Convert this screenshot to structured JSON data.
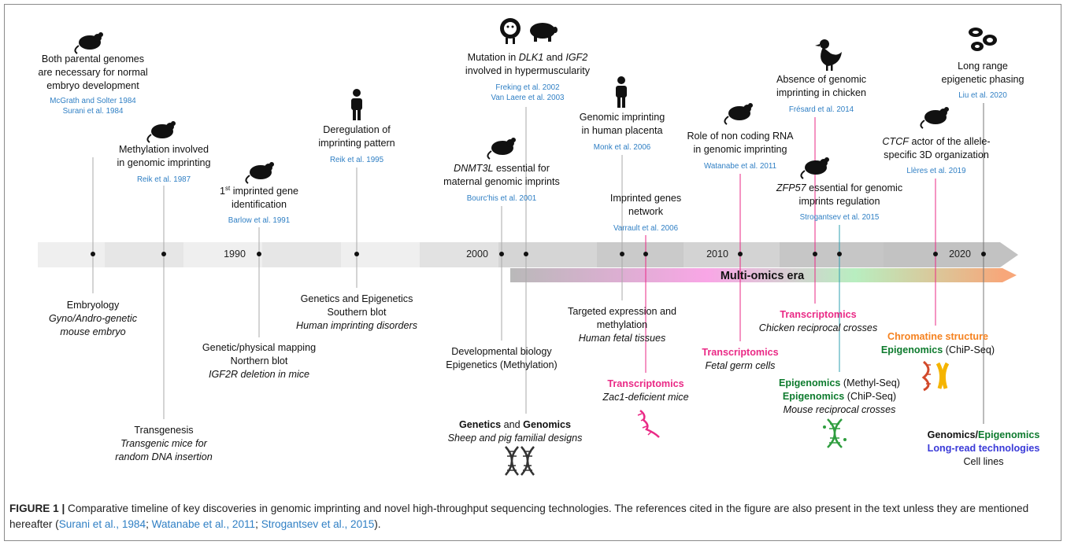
{
  "colors": {
    "reference": "#2f7fc4",
    "transcriptomics": "#ea2a86",
    "epigenomics": "#0e7b2e",
    "chromatine": "#f58220",
    "long_read": "#3a3ad8",
    "era_gradient": [
      "#b9b9b9",
      "#f9a6e6",
      "#b8eec0",
      "#f7a77a"
    ]
  },
  "years": [
    "1990",
    "2000",
    "2010",
    "2020"
  ],
  "era": {
    "label": "Multi-omics era"
  },
  "icons": {
    "mouse": "mouse-icon",
    "human": "human-icon",
    "sheep": "sheep-icon",
    "pig": "pig-icon",
    "chicken": "chicken-icon",
    "cells": "cells-icon",
    "dna": "dna-icon",
    "rna": "rna-icon",
    "chromatin": "chromatin-icon"
  },
  "above": [
    {
      "lines": [
        "Both parental genomes",
        "are necessary for normal",
        "embryo development"
      ],
      "refs": [
        "McGrath and Solter 1984",
        "Surani et al. 1984"
      ]
    },
    {
      "lines": [
        "Methylation involved",
        "in genomic imprinting"
      ],
      "refs": [
        "Reik et al. 1987"
      ]
    },
    {
      "sup_pre": "1",
      "sup": "st",
      "sup_post": " imprinted gene",
      "lines": [
        "identification"
      ],
      "refs": [
        "Barlow et al. 1991"
      ]
    },
    {
      "lines": [
        "Deregulation of",
        "imprinting pattern"
      ],
      "refs": [
        "Reik et al. 1995"
      ]
    },
    {
      "italic": "DNMT3L",
      "rest": " essential for",
      "lines": [
        "maternal genomic imprints"
      ],
      "refs": [
        "Bourc'his et al. 2001"
      ]
    },
    {
      "pre": "Mutation in ",
      "italic": "DLK1",
      "mid": " and ",
      "italic2": "IGF2",
      "lines": [
        "involved in hypermuscularity"
      ],
      "refs": [
        "Freking et al. 2002",
        "Van Laere et al. 2003"
      ]
    },
    {
      "lines": [
        "Genomic imprinting",
        "in human placenta"
      ],
      "refs": [
        "Monk et al. 2006"
      ]
    },
    {
      "lines": [
        "Imprinted genes",
        "network"
      ],
      "refs": [
        "Varrault et al. 2006"
      ]
    },
    {
      "lines": [
        "Role of non coding RNA",
        "in genomic imprinting"
      ],
      "refs": [
        "Watanabe et al. 2011"
      ]
    },
    {
      "lines": [
        "Absence of genomic",
        "imprinting in chicken"
      ],
      "refs": [
        "Frésard et al. 2014"
      ]
    },
    {
      "italic": "ZFP57",
      "rest": " essential for genomic",
      "lines": [
        "imprints regulation"
      ],
      "refs": [
        "Strogantsev et al. 2015"
      ]
    },
    {
      "italic": "CTCF",
      "rest": " actor of the allele-",
      "lines": [
        "specific 3D organization"
      ],
      "refs": [
        "Llères et al. 2019"
      ]
    },
    {
      "lines": [
        "Long range",
        "epigenetic phasing"
      ],
      "refs": [
        "Liu et al. 2020"
      ]
    }
  ],
  "below": [
    {
      "lines": [
        "Embryology"
      ],
      "italic_lines": [
        "Gyno/Andro-genetic",
        "mouse embryo"
      ]
    },
    {
      "lines": [
        "Transgenesis"
      ],
      "italic_lines": [
        "Transgenic mice for",
        "random DNA insertion"
      ]
    },
    {
      "lines": [
        "Genetic/physical mapping",
        "Northern blot"
      ],
      "italic_lines": [
        "IGF2R deletion in mice"
      ]
    },
    {
      "lines": [
        "Genetics and Epigenetics",
        "Southern blot"
      ],
      "italic_lines": [
        "Human imprinting disorders"
      ]
    },
    {
      "lines": [
        "Developmental biology",
        "Epigenetics (Methylation)"
      ]
    },
    {
      "bold_a": "Genetics",
      "and": " and ",
      "bold_b": "Genomics",
      "italic_lines": [
        "Sheep and pig familial designs"
      ]
    },
    {
      "lines": [
        "Targeted expression and",
        "methylation"
      ],
      "italic_lines": [
        "Human fetal tissues"
      ]
    },
    {
      "colored": "Transcriptomics",
      "italic_lines": [
        "Zac1-deficient mice"
      ]
    },
    {
      "colored": "Transcriptomics",
      "italic_lines": [
        "Fetal germ cells"
      ]
    },
    {
      "colored": "Transcriptomics",
      "italic_lines": [
        "Chicken reciprocal crosses"
      ]
    },
    {
      "colored": "Epigenomics",
      "suffix": " (Methyl-Seq)",
      "colored2": "Epigenomics",
      "suffix2": " (ChiP-Seq)",
      "italic_lines": [
        "Mouse reciprocal crosses"
      ]
    },
    {
      "colored_orange": "Chromatine structure",
      "colored": "Epigenomics",
      "suffix": " (ChiP-Seq)"
    },
    {
      "bold_a": "Genomics/",
      "colored": "Epigenomics",
      "colored_blue": "Long-read technologies",
      "lines": [
        "Cell lines"
      ]
    }
  ],
  "caption": {
    "label": "FIGURE 1 |",
    "text": " Comparative timeline of key discoveries in genomic imprinting and novel high-throughput sequencing technologies. The references cited in the figure are also present in the text unless they are mentioned hereafter (",
    "cite1": "Surani et al., 1984",
    "sep1": "; ",
    "cite2": "Watanabe et al., 2011",
    "sep2": "; ",
    "cite3": "Strogantsev et al., 2015",
    "end": ")."
  }
}
